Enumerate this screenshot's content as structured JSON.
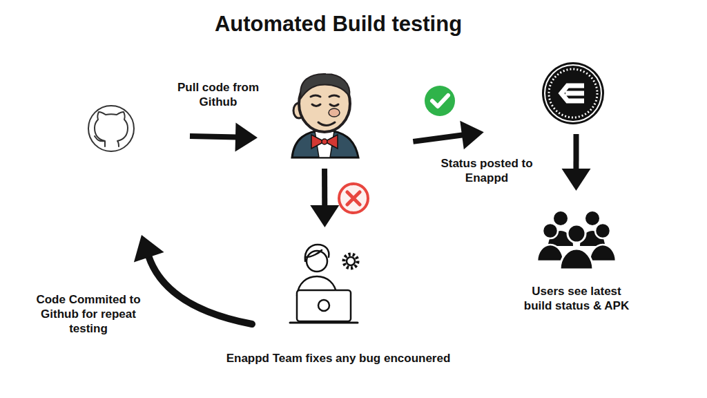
{
  "diagram": {
    "title": "Automated Build testing",
    "nodes": [
      {
        "text": []
      },
      {
        "text": []
      },
      {
        "text": []
      },
      {
        "text": [
          "Enappd Team fixes any bug encounered"
        ]
      },
      {
        "text": [
          "Users see latest build status & APK"
        ]
      }
    ],
    "edges": [
      {
        "from": 0,
        "to": 1,
        "arrow": "to",
        "label": "Pull code from Github"
      },
      {
        "from": 1,
        "to": 2,
        "arrow": "to",
        "label": "Status posted to Enappd"
      },
      {
        "from": 2,
        "to": 4,
        "arrow": "to"
      },
      {
        "from": 1,
        "to": 3,
        "arrow": "to"
      },
      {
        "from": 3,
        "to": 0,
        "arrow": "to",
        "label": "Code Commited to Github for repeat testing"
      }
    ]
  }
}
